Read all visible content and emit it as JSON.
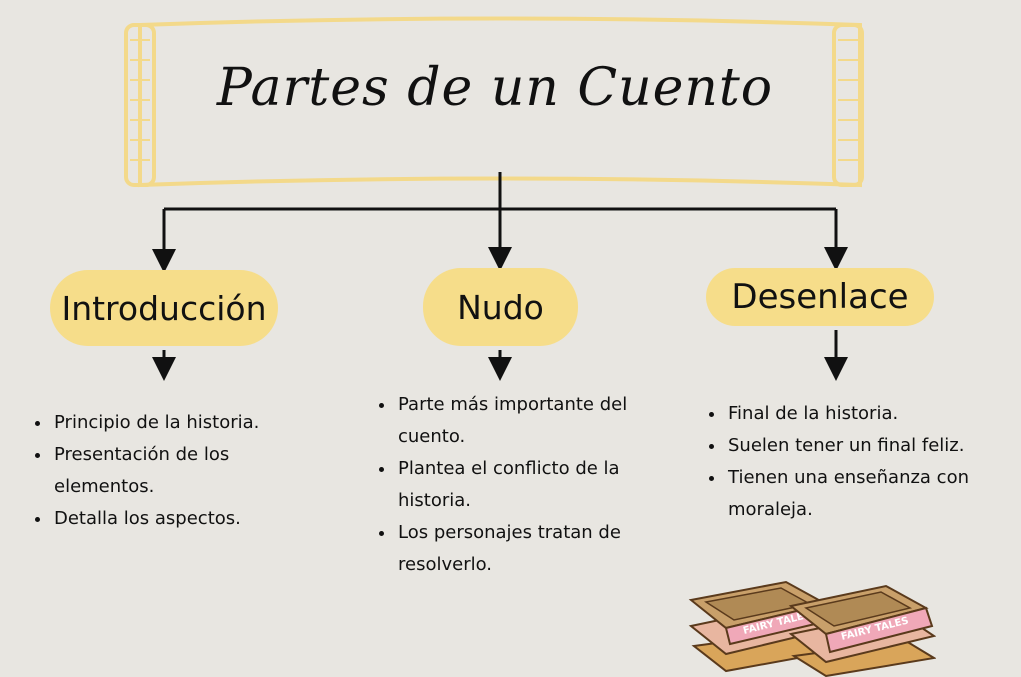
{
  "title": "Partes de un Cuento",
  "sections": [
    {
      "heading": "Introducción",
      "items": [
        "Principio de la historia.",
        "Presentación de los elementos.",
        "Detalla los aspectos."
      ]
    },
    {
      "heading": "Nudo",
      "items": [
        "Parte más importante del cuento.",
        "Plantea el conflicto de la historia.",
        "Los personajes tratan de resolverlo."
      ]
    },
    {
      "heading": "Desenlace",
      "items": [
        "Final de la historia.",
        "Suelen tener un final feliz.",
        "Tienen una enseñanza con moraleja."
      ]
    }
  ],
  "books_label": "FAIRY TALES",
  "colors": {
    "background": "#e8e6e1",
    "pill": "#f6dd8a",
    "scroll_border": "#f3d98a",
    "line": "#111111"
  },
  "icons": [
    "scroll-banner",
    "books-stack-icon"
  ]
}
